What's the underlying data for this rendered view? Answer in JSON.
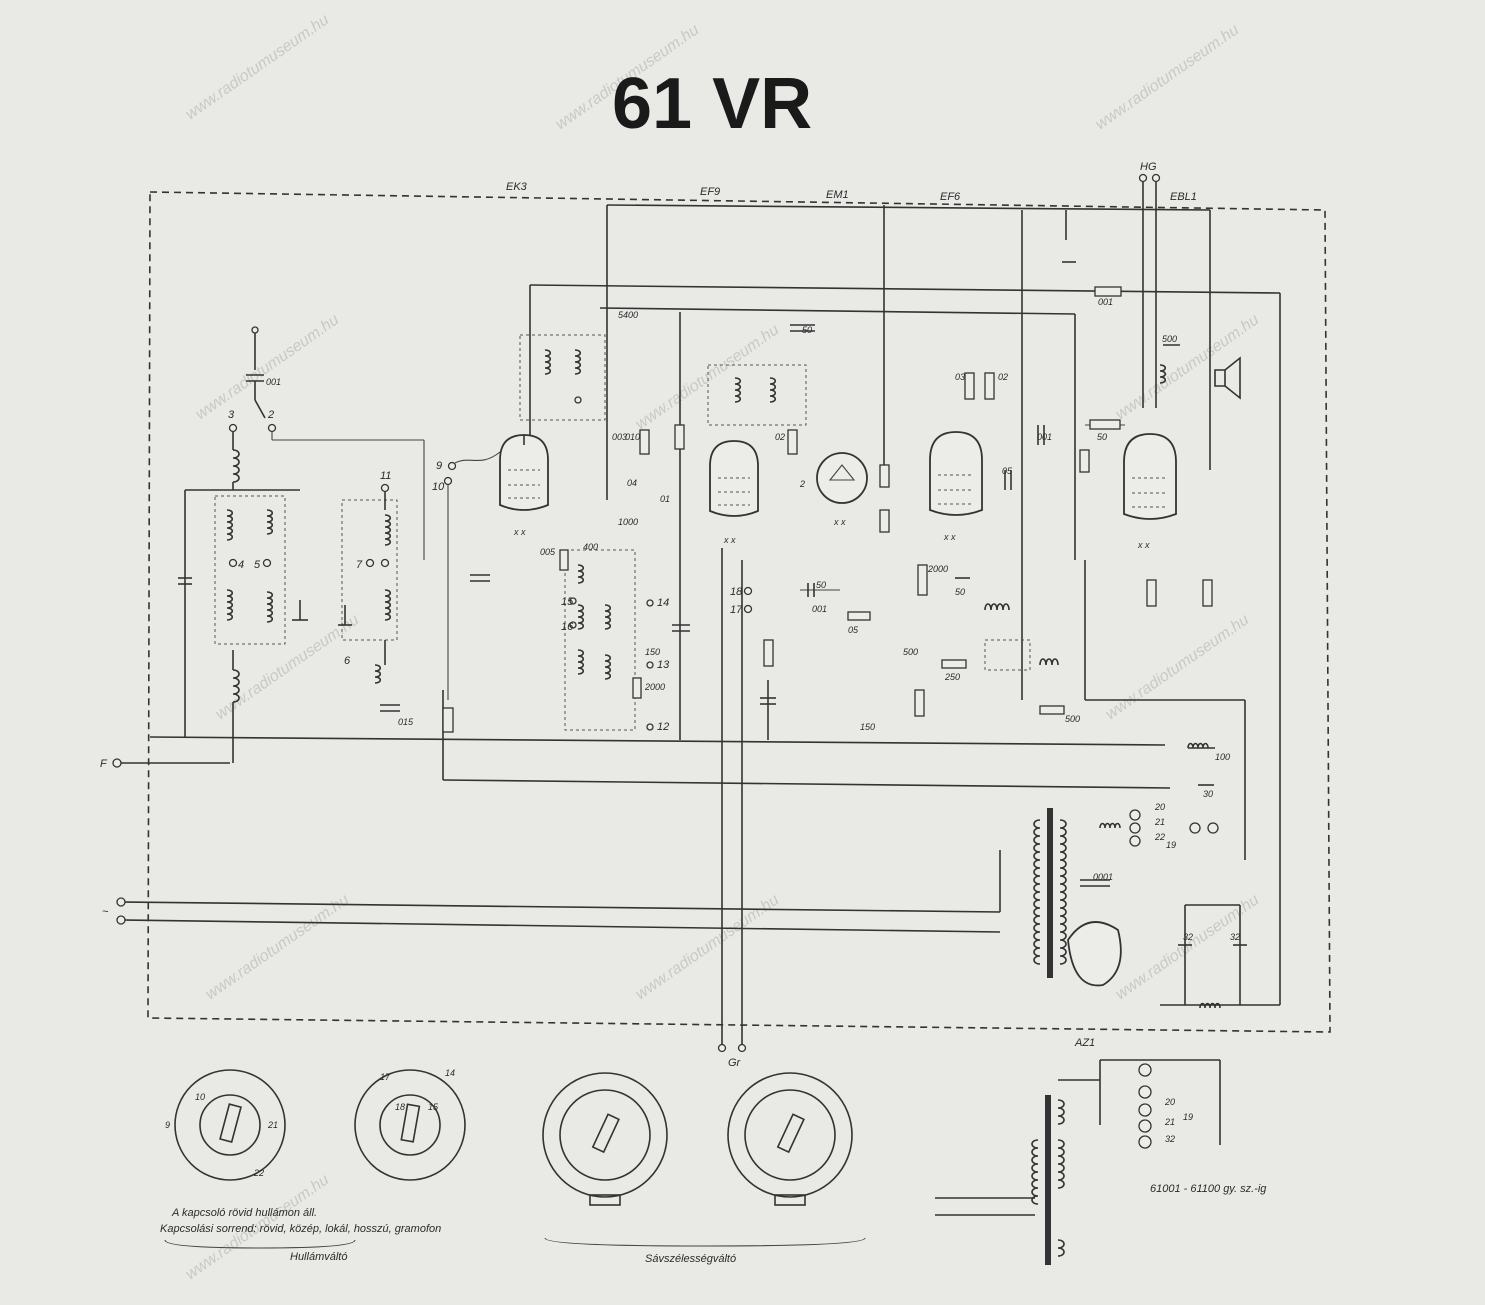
{
  "title": "61 VR",
  "tubes": {
    "ek3": "EK3",
    "ef9": "EF9",
    "em1": "EM1",
    "ef6": "EF6",
    "ebl1": "EBL1",
    "az1": "AZ1"
  },
  "terminals": {
    "hg": "HG",
    "f": "F",
    "gr": "Gr",
    "ac": "~"
  },
  "values": {
    "v001a": "001",
    "v003": "003",
    "v010": "010",
    "v04": "04",
    "v01": "01",
    "v1000": "1000",
    "v005": "005",
    "v400": "400",
    "v5400": "5400",
    "v50a": "50",
    "v50b": "50",
    "v001b": "001",
    "v05a": "05",
    "v05b": "05",
    "v250": "250",
    "v500a": "500",
    "v500b": "500",
    "v100": "100",
    "v30": "30",
    "v32a": "32",
    "v32b": "32",
    "v015": "015",
    "v150": "150",
    "v2000": "2000",
    "v03": "03",
    "v02": "02",
    "v0001": "0001",
    "v2": "2",
    "v05c": "05",
    "v6": "6"
  },
  "pins": {
    "p3": "3",
    "p2": "2",
    "p4": "4",
    "p5": "5",
    "p7": "7",
    "p9": "9",
    "p10": "10",
    "p11": "11",
    "p12": "12",
    "p13": "13",
    "p14": "14",
    "p15": "15",
    "p16": "16",
    "p17": "17",
    "p18": "18",
    "p20": "20",
    "p21": "21",
    "p22": "22",
    "p19": "19"
  },
  "notes": {
    "switch_note1": "A kapcsoló rövid hullámon áll.",
    "switch_note2": "Kapcsolási sorrend: rövid, közép, lokál, hosszú, gramofon",
    "wave_switch": "Hullámváltó",
    "bandwidth_switch": "Sávszélességváltó",
    "serial": "61001 - 61100 gy. sz.-ig"
  },
  "watermark": "www.radiotumuseum.hu"
}
